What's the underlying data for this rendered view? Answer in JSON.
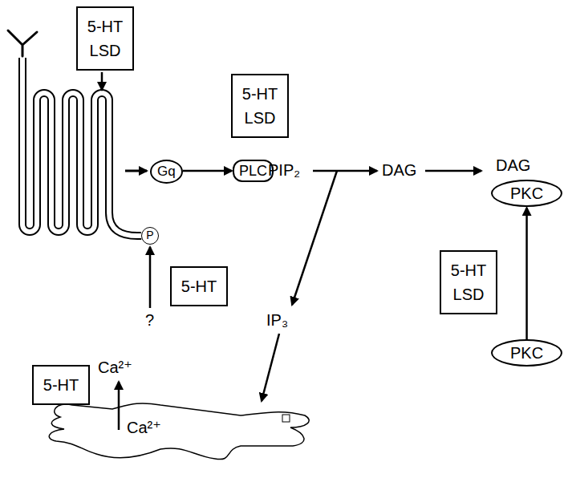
{
  "diagram": {
    "nodes": [
      {
        "text": [
          "5-HT LSD"
        ]
      },
      {
        "text": [
          "5-HT LSD"
        ]
      },
      {
        "text": [
          "Gq"
        ]
      },
      {
        "text": [
          "PLC"
        ]
      },
      {
        "text": [
          "PKC"
        ]
      },
      {
        "text": [
          "P"
        ]
      },
      {
        "text": [
          "5-HT LSD"
        ]
      },
      {
        "text": [
          "5-HT"
        ]
      },
      {
        "text": [
          "PKC"
        ]
      },
      {
        "text": [
          "5-HT"
        ]
      }
    ],
    "edges": [
      {
        "from": 2,
        "to": 3,
        "arrow": "to"
      },
      {
        "from": 8,
        "to": 4,
        "arrow": "to"
      }
    ],
    "labels": [
      "PIP₂",
      "DAG",
      "DAG",
      "IP₃",
      "?",
      "Ca²⁺",
      "Ca²⁺"
    ]
  }
}
